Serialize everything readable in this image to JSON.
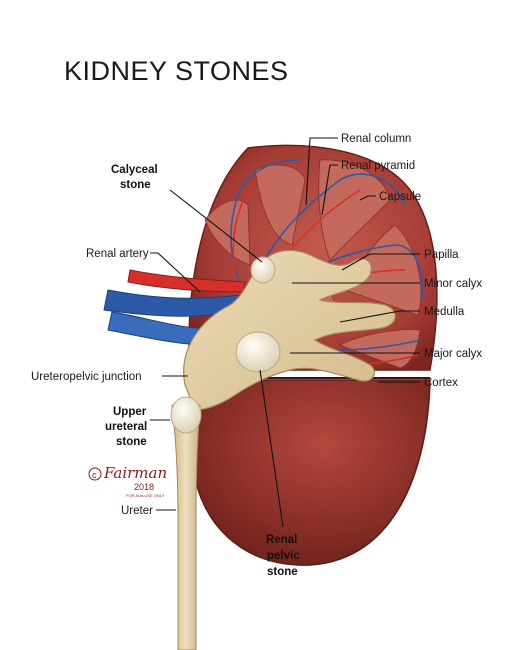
{
  "title": "KIDNEY STONES",
  "labels": {
    "renal_column": "Renal column",
    "renal_pyramid": "Renal pyramid",
    "capsule": "Capsule",
    "papilla": "Papilla",
    "minor_calyx": "Minor calyx",
    "medulla": "Medulla",
    "major_calyx": "Major calyx",
    "cortex": "Cortex",
    "renal_artery": "Renal artery",
    "ureteropelvic_junction": "Ureteropelvic junction",
    "ureter": "Ureter",
    "calyceal_stone": [
      "Calyceal",
      "stone"
    ],
    "upper_ureteral_stone": [
      "Upper",
      "ureteral",
      "stone"
    ],
    "renal_pelvic_stone": [
      "Renal",
      "pelvic",
      "stone"
    ]
  },
  "signature": {
    "name": "Fairman",
    "year": "2018",
    "note": "FOR AUA USE ONLY"
  },
  "colors": {
    "cortex": "#a8413a",
    "cortex_dark": "#7a2520",
    "pyramid": "#c76a5c",
    "pelvis": "#e4cfa6",
    "stone": "#f3eedd",
    "artery": "#d6302a",
    "vein": "#2c5aa8"
  }
}
